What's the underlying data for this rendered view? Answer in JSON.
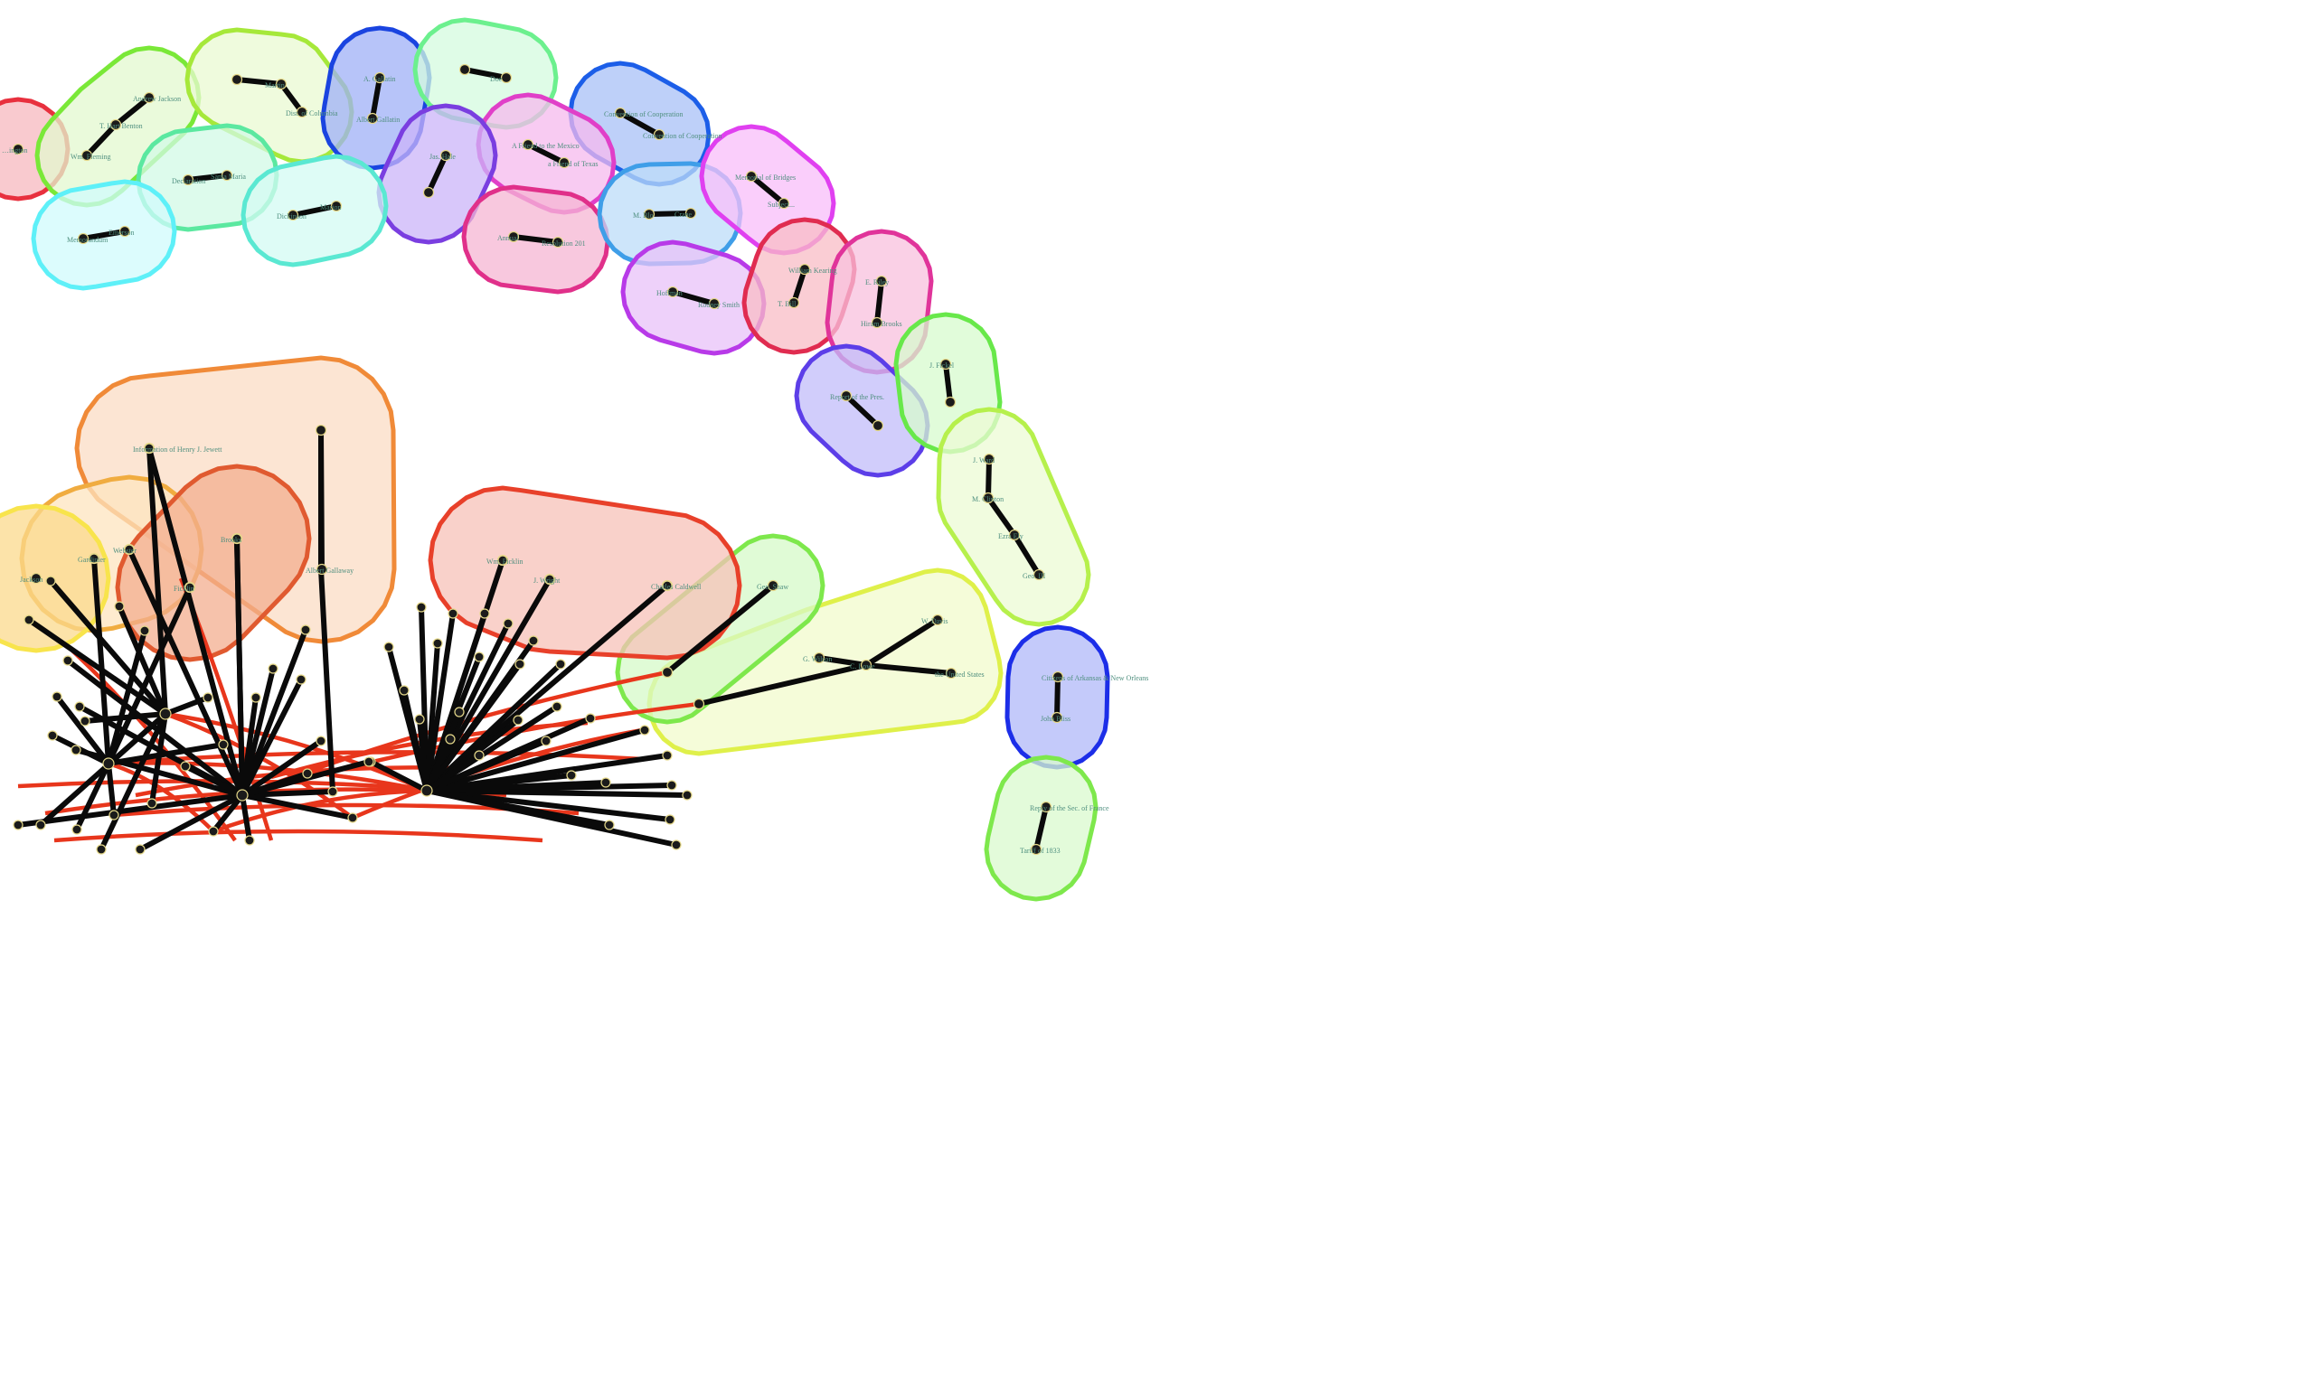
{
  "diagram": {
    "type": "clustered-network-graph",
    "clusters": [
      {
        "id": "c1",
        "color": "#e8303e",
        "fill": "#f7b8bf",
        "nodes": [
          {
            "label": "…ington"
          }
        ],
        "edges": []
      },
      {
        "id": "c2",
        "color": "#7ae838",
        "fill": "#e3f8cf",
        "nodes": [
          {
            "label": "Andrew Jackson"
          },
          {
            "label": "T. Hart Benton"
          },
          {
            "label": "Wm. Fleming"
          }
        ],
        "edges": [
          [
            0,
            1
          ],
          [
            1,
            2
          ]
        ]
      },
      {
        "id": "c3",
        "color": "#a6e83a",
        "fill": "#eafad2",
        "nodes": [
          {
            "label": ""
          },
          {
            "label": "Martin"
          },
          {
            "label": "Dist. of Columbia"
          }
        ],
        "edges": [
          [
            0,
            1
          ],
          [
            1,
            2
          ]
        ]
      },
      {
        "id": "c4",
        "color": "#1a44e0",
        "fill": "#9fb0f7",
        "nodes": [
          {
            "label": "A. Gallatin"
          },
          {
            "label": "Albert Gallatin"
          }
        ],
        "edges": [
          [
            0,
            1
          ]
        ]
      },
      {
        "id": "c5",
        "color": "#6cf08e",
        "fill": "#d4fbdf",
        "nodes": [
          {
            "label": ""
          },
          {
            "label": "Doe"
          }
        ],
        "edges": [
          [
            0,
            1
          ]
        ]
      },
      {
        "id": "c6",
        "color": "#1c5ee8",
        "fill": "#a8c0f7",
        "nodes": [
          {
            "label": "Convention of Cooperation"
          },
          {
            "label": "Convention of Cooperation"
          }
        ],
        "edges": [
          [
            0,
            1
          ]
        ]
      },
      {
        "id": "c7",
        "color": "#e040c8",
        "fill": "#f6b9ee",
        "nodes": [
          {
            "label": "A Friend to the Mexico"
          },
          {
            "label": "a Friend of Texas"
          }
        ],
        "edges": [
          [
            0,
            1
          ]
        ]
      },
      {
        "id": "c8",
        "color": "#7a3ee0",
        "fill": "#cbb4f8",
        "nodes": [
          {
            "label": "Jas. Hale"
          },
          {
            "label": ""
          }
        ],
        "edges": [
          [
            0,
            1
          ]
        ]
      },
      {
        "id": "c9",
        "color": "#5be8a0",
        "fill": "#d2f9e6",
        "nodes": [
          {
            "label": "Declaration"
          },
          {
            "label": "Santa Maria"
          }
        ],
        "edges": [
          [
            0,
            1
          ]
        ]
      },
      {
        "id": "c10",
        "color": "#5ae8d2",
        "fill": "#d3fbf3",
        "nodes": [
          {
            "label": "Dickinson"
          },
          {
            "label": "Marion"
          }
        ],
        "edges": [
          [
            0,
            1
          ]
        ]
      },
      {
        "id": "c11",
        "color": "#5ef0f8",
        "fill": "#d0fbfc",
        "nodes": [
          {
            "label": "Memorandum"
          },
          {
            "label": "Emerson"
          }
        ],
        "edges": [
          [
            0,
            1
          ]
        ]
      },
      {
        "id": "c12",
        "color": "#e0308a",
        "fill": "#f6b5d3",
        "nodes": [
          {
            "label": "Annual"
          },
          {
            "label": "Resolution 201"
          }
        ],
        "edges": [
          [
            0,
            1
          ]
        ]
      },
      {
        "id": "c13",
        "color": "#3f9ee8",
        "fill": "#bcdcf8",
        "nodes": [
          {
            "label": "M. Blo"
          },
          {
            "label": "Crane"
          }
        ],
        "edges": [
          [
            0,
            1
          ]
        ]
      },
      {
        "id": "c14",
        "color": "#e040f0",
        "fill": "#f8bdfa",
        "nodes": [
          {
            "label": "Memorial of Bridges"
          },
          {
            "label": "Subject..."
          }
        ],
        "edges": [
          [
            0,
            1
          ]
        ]
      },
      {
        "id": "c15",
        "color": "#b83ae8",
        "fill": "#e8c1f8",
        "nodes": [
          {
            "label": "Hoffman"
          },
          {
            "label": "Rodney Smith"
          }
        ],
        "edges": [
          [
            0,
            1
          ]
        ]
      },
      {
        "id": "c16",
        "color": "#e02c50",
        "fill": "#f8bcc6",
        "nodes": [
          {
            "label": "William Kearing"
          },
          {
            "label": "T. Bill"
          }
        ],
        "edges": [
          [
            0,
            1
          ]
        ]
      },
      {
        "id": "c17",
        "color": "#e0349a",
        "fill": "#f8c0dd",
        "nodes": [
          {
            "label": "E. Riley"
          },
          {
            "label": "Hiram Brooks"
          }
        ],
        "edges": [
          [
            0,
            1
          ]
        ]
      },
      {
        "id": "c18",
        "color": "#5c3ee8",
        "fill": "#c1bcfa",
        "nodes": [
          {
            "label": "Report of the Pres."
          },
          {
            "label": ""
          }
        ],
        "edges": [
          [
            0,
            1
          ]
        ]
      },
      {
        "id": "c19",
        "color": "#68e84a",
        "fill": "#d7fbcd",
        "nodes": [
          {
            "label": "J. Fickel"
          },
          {
            "label": ""
          }
        ],
        "edges": [
          [
            0,
            1
          ]
        ]
      },
      {
        "id": "c20",
        "color": "#b6f04c",
        "fill": "#ecfbd4",
        "nodes": [
          {
            "label": "J. Ward"
          },
          {
            "label": "M. Clinton"
          },
          {
            "label": "Ezra Ely"
          },
          {
            "label": "Geo. III"
          }
        ],
        "edges": [
          [
            0,
            1
          ],
          [
            1,
            2
          ],
          [
            2,
            3
          ]
        ]
      },
      {
        "id": "c21",
        "color": "#1c2ee8",
        "fill": "#b0b8f8",
        "nodes": [
          {
            "label": "Citizens of Arkansas & New Orleans"
          },
          {
            "label": "John Bliss"
          }
        ],
        "edges": [
          [
            0,
            1
          ]
        ]
      },
      {
        "id": "c22",
        "color": "#7ee84c",
        "fill": "#d9facd",
        "nodes": [
          {
            "label": "Reply of the Sec. of France"
          },
          {
            "label": "Tariff of 1833"
          }
        ],
        "edges": [
          [
            0,
            1
          ]
        ]
      },
      {
        "id": "c23",
        "color": "#dff04a",
        "fill": "#f2fbcc",
        "nodes": [
          {
            "label": "W. Davis"
          },
          {
            "label": "C. Lowe"
          },
          {
            "label": "G. Wilson"
          },
          {
            "label": "the United States"
          },
          {
            "label": ""
          }
        ],
        "edges": [
          [
            0,
            1
          ],
          [
            1,
            2
          ],
          [
            1,
            3
          ],
          [
            1,
            4
          ]
        ]
      },
      {
        "id": "c24",
        "color": "#7ee84c",
        "fill": "#d6f9c8",
        "nodes": [
          {
            "label": "Geo. Shaw"
          },
          {
            "label": ""
          }
        ],
        "edges": [
          [
            0,
            1
          ]
        ]
      },
      {
        "id": "c25",
        "color": "#f08a38",
        "fill": "#fbdcc4",
        "nodes": [
          {
            "label": "Information of Henry J. Jewett"
          },
          {
            "label": ""
          },
          {
            "label": "Albert Gallaway"
          }
        ],
        "edges": [
          [
            1,
            2
          ]
        ]
      },
      {
        "id": "c26",
        "color": "#f0ac40",
        "fill": "#fde4bf",
        "nodes": [
          {
            "label": "Gardinier"
          },
          {
            "label": "Webster"
          }
        ],
        "edges": []
      },
      {
        "id": "c27",
        "color": "#e05a30",
        "fill": "#f3ad8f",
        "nodes": [
          {
            "label": "Brooks"
          },
          {
            "label": "Ficklin"
          }
        ],
        "edges": []
      },
      {
        "id": "c28",
        "color": "#e8402a",
        "fill": "#f7c2b8",
        "nodes": [
          {
            "label": "Wm. Ficklin"
          },
          {
            "label": "J. Wright"
          },
          {
            "label": "Charles Caldwell"
          }
        ],
        "edges": []
      },
      {
        "id": "c29",
        "color": "#f8e44c",
        "fill": "#fbd98c",
        "nodes": [
          {
            "label": "Jackson"
          }
        ],
        "edges": []
      }
    ]
  }
}
